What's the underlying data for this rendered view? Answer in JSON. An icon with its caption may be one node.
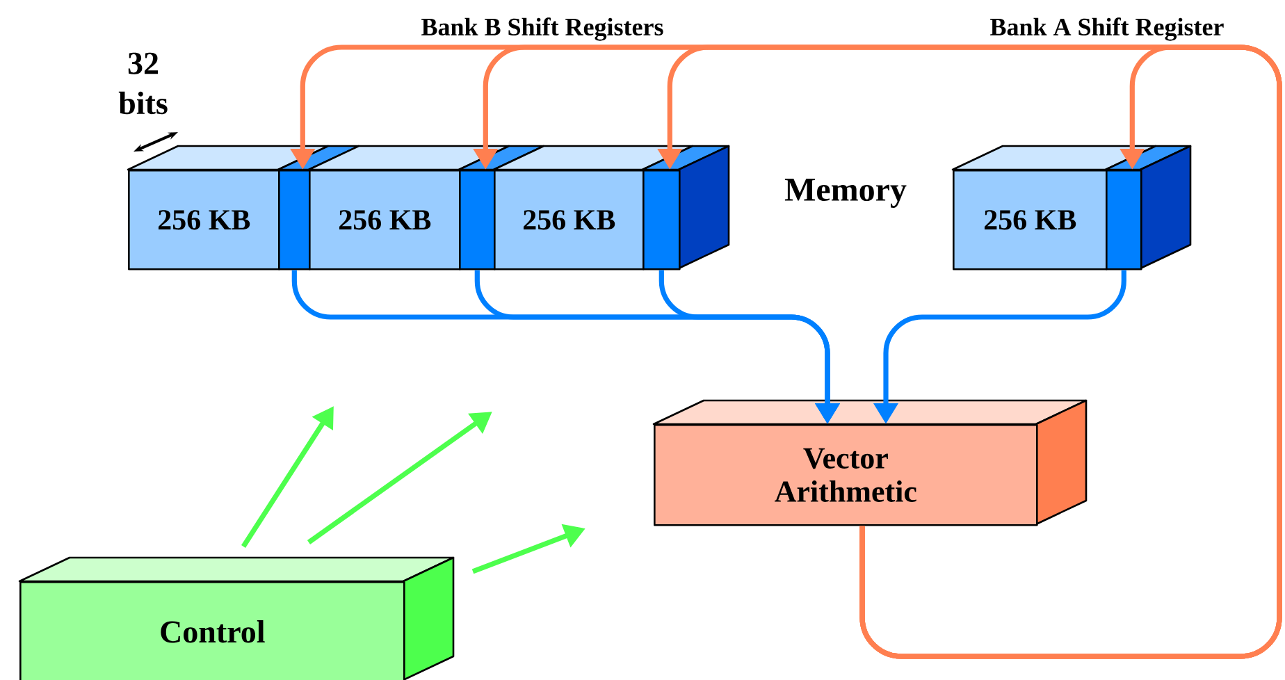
{
  "diagram": {
    "nodes": [
      {
        "text": [
          "256 KB"
        ]
      },
      {
        "text": [],
        "shape": "bar"
      },
      {
        "text": [
          "256 KB"
        ]
      },
      {
        "text": [],
        "shape": "bar"
      },
      {
        "text": [
          "256 KB"
        ]
      },
      {
        "text": [],
        "shape": "bar"
      },
      {
        "text": [
          "256 KB"
        ]
      },
      {
        "text": [],
        "shape": "bar"
      },
      {
        "text": [
          "Vector Arithmetic"
        ]
      },
      {
        "text": [
          "Control"
        ]
      }
    ],
    "edges": [
      {
        "from": 1,
        "to": 8,
        "arrow": "to",
        "color": "#0080ff"
      },
      {
        "from": 3,
        "to": 8,
        "arrow": "to",
        "color": "#0080ff"
      },
      {
        "from": 5,
        "to": 8,
        "arrow": "to",
        "color": "#0080ff"
      },
      {
        "from": 7,
        "to": 8,
        "arrow": "to",
        "color": "#0080ff"
      },
      {
        "from": 8,
        "to": 1,
        "arrow": "to",
        "color": "#ff7f50"
      },
      {
        "from": 8,
        "to": 3,
        "arrow": "to",
        "color": "#ff7f50"
      },
      {
        "from": 8,
        "to": 5,
        "arrow": "to",
        "color": "#ff7f50"
      },
      {
        "from": 8,
        "to": 7,
        "arrow": "to",
        "color": "#ff7f50"
      },
      {
        "from": 9,
        "to": null,
        "arrow": "to",
        "color": "#4dff4d"
      },
      {
        "from": 9,
        "to": null,
        "arrow": "to",
        "color": "#4dff4d"
      },
      {
        "from": 9,
        "to": null,
        "arrow": "to",
        "color": "#4dff4d"
      }
    ],
    "labels": [
      "Bank B Shift Registers",
      "Bank A Shift Register",
      "32 bits",
      "Memory"
    ]
  }
}
